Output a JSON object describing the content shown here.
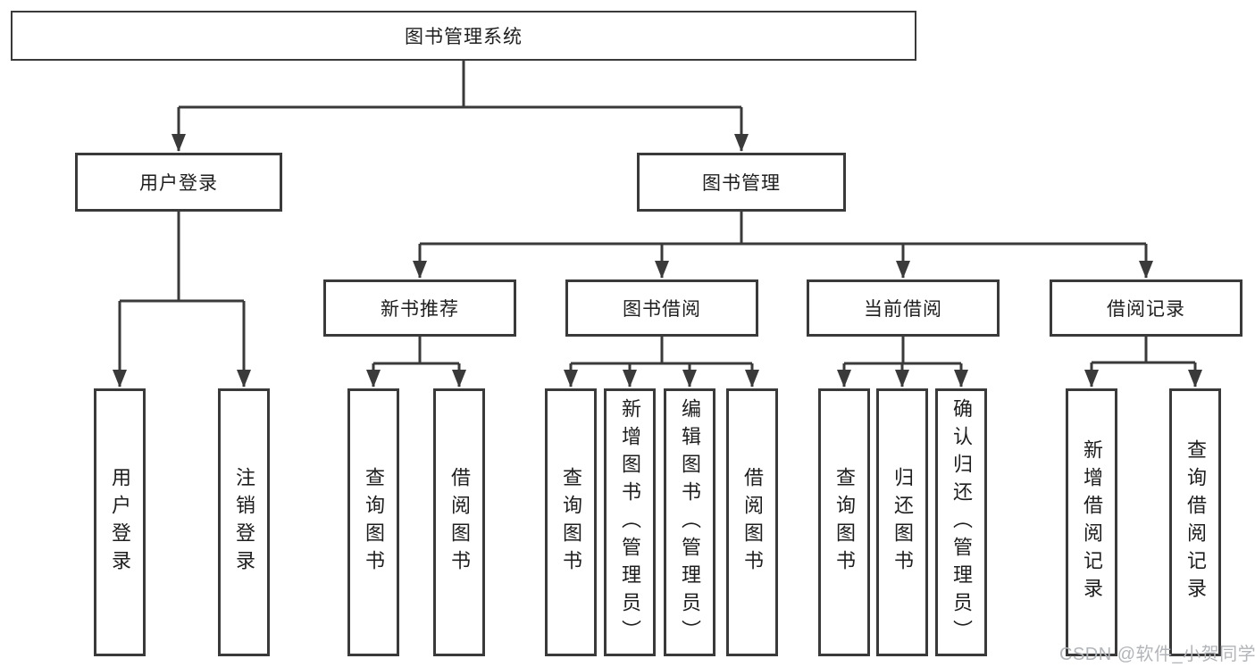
{
  "root": {
    "label": "图书管理系统"
  },
  "branches": [
    {
      "label": "用户登录",
      "children": [
        {
          "label": "用户登录"
        },
        {
          "label": "注销登录"
        }
      ]
    },
    {
      "label": "图书管理",
      "children": [
        {
          "label": "新书推荐",
          "children": [
            {
              "label": "查询图书"
            },
            {
              "label": "借阅图书"
            }
          ]
        },
        {
          "label": "图书借阅",
          "children": [
            {
              "label": "查询图书"
            },
            {
              "label": "新增图书（管理员）"
            },
            {
              "label": "编辑图书（管理员）"
            },
            {
              "label": "借阅图书"
            }
          ]
        },
        {
          "label": "当前借阅",
          "children": [
            {
              "label": "查询图书"
            },
            {
              "label": "归还图书"
            },
            {
              "label": "确认归还（管理员）"
            }
          ]
        },
        {
          "label": "借阅记录",
          "children": [
            {
              "label": "新增借阅记录"
            },
            {
              "label": "查询借阅记录"
            }
          ]
        }
      ]
    }
  ],
  "watermark": {
    "text": "CSDN @软件_小贺同学"
  },
  "colors": {
    "line": "#3a3a3a",
    "text": "#1e1e1e",
    "watermark": "#b2b5b9",
    "background": "#ffffff"
  }
}
